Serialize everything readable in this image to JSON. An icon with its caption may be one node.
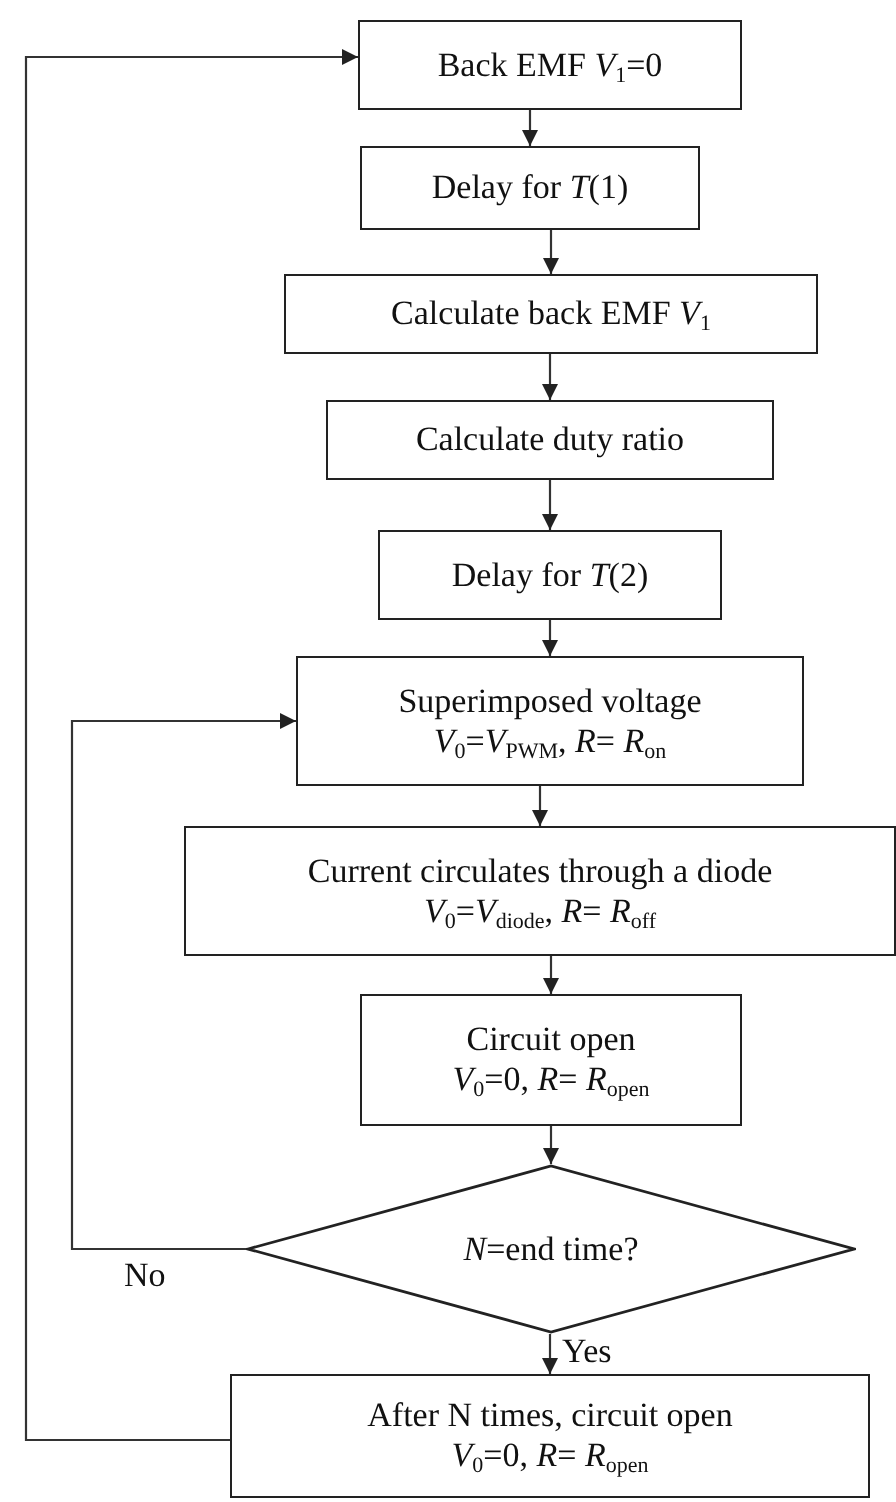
{
  "diagram": {
    "nodes": [
      {
        "text": [
          "Back EMF *V*$_{1}$=0"
        ]
      },
      {
        "text": [
          "Delay for *T*(1)"
        ]
      },
      {
        "text": [
          "Calculate back EMF *V*$_{1}$"
        ]
      },
      {
        "text": [
          "Calculate duty ratio"
        ]
      },
      {
        "text": [
          "Delay for *T*(2)"
        ]
      },
      {
        "text": [
          "Superimposed voltage",
          "*V*$_{0}$=*V*$_{PWM}$, *R*= *R*$_{on}$"
        ]
      },
      {
        "text": [
          "Current circulates through a diode",
          "*V*$_{0}$=*V*$_{diode}$, *R*= *R*$_{off}$"
        ]
      },
      {
        "text": [
          "Circuit open",
          "*V*$_{0}$=0, *R*= *R*$_{open}$"
        ]
      },
      {
        "text": [
          "*N*=end time?"
        ]
      },
      {
        "text": [
          "After N times, circuit open",
          "*V*$_{0}$=0, *R*= *R*$_{open}$"
        ]
      }
    ],
    "edges": [
      {
        "from": 0,
        "to": 1,
        "arrow": "to"
      },
      {
        "from": 1,
        "to": 2,
        "arrow": "to"
      },
      {
        "from": 2,
        "to": 3,
        "arrow": "to"
      },
      {
        "from": 3,
        "to": 4,
        "arrow": "to"
      },
      {
        "from": 4,
        "to": 5,
        "arrow": "to"
      },
      {
        "from": 5,
        "to": 6,
        "arrow": "to"
      },
      {
        "from": 6,
        "to": 7,
        "arrow": "to"
      },
      {
        "from": 7,
        "to": 8,
        "arrow": "to"
      },
      {
        "from": 8,
        "to": 9,
        "label": "Yes",
        "arrow": "to"
      },
      {
        "from": 8,
        "to": 5,
        "label": "No",
        "arrow": "to"
      },
      {
        "from": 9,
        "to": 0,
        "arrow": "to"
      }
    ]
  }
}
